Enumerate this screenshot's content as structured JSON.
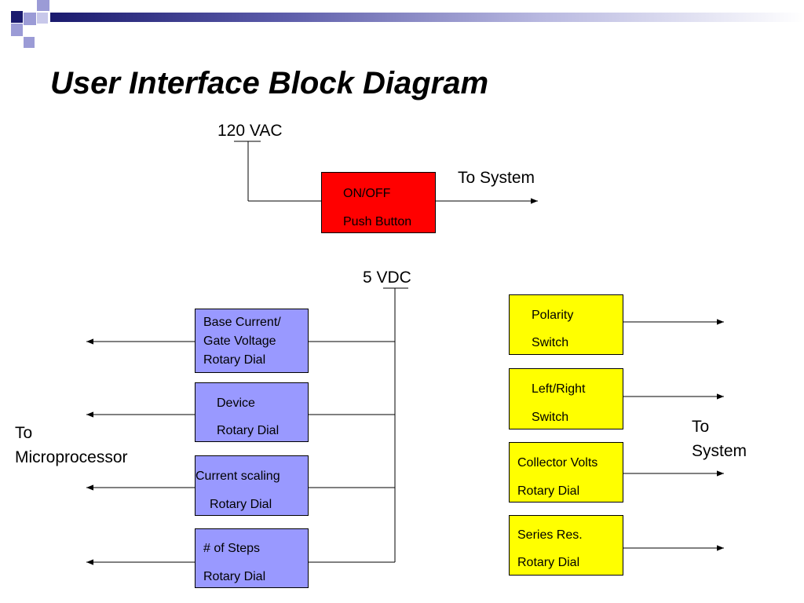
{
  "title": "User Interface Block Diagram",
  "colors": {
    "accent_dark": "#1a1a6e",
    "accent_light": "#9b9bd6",
    "power_button": "#ff0000",
    "dial_blocks": "#9999ff",
    "switch_blocks": "#ffff00"
  },
  "power": {
    "source_label": "120 VAC",
    "button": {
      "line1": "ON/OFF",
      "line2": "Push Button"
    },
    "output_label": "To System"
  },
  "logic_supply": {
    "label": "5 VDC"
  },
  "dials": [
    {
      "line1": "Base Current/",
      "line2": "Gate Voltage",
      "line3": "Rotary Dial"
    },
    {
      "line1": "Device",
      "line2": "Rotary Dial"
    },
    {
      "line1": "Current scaling",
      "line2": "Rotary Dial"
    },
    {
      "line1": "# of Steps",
      "line2": "Rotary Dial"
    }
  ],
  "microprocessor_label": {
    "line1": "To",
    "line2": "Microprocessor"
  },
  "switches": [
    {
      "line1": "Polarity",
      "line2": "Switch"
    },
    {
      "line1": "Left/Right",
      "line2": "Switch"
    },
    {
      "line1": "Collector Volts",
      "line2": "Rotary Dial"
    },
    {
      "line1": "Series Res.",
      "line2": "Rotary Dial"
    }
  ],
  "system_label": {
    "line1": "To",
    "line2": "System"
  }
}
